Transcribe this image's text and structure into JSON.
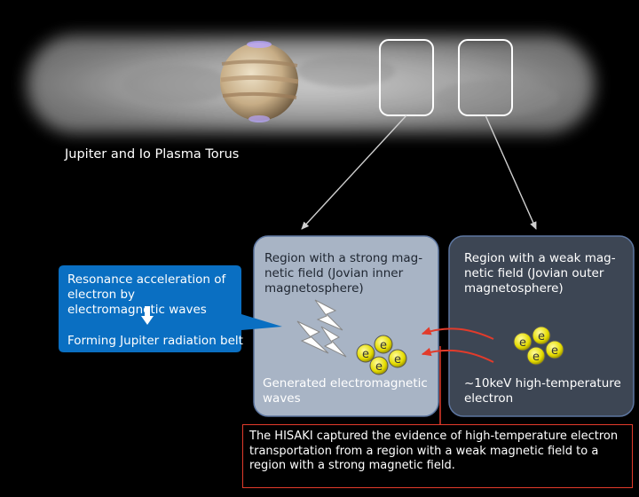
{
  "torus_caption": "Jupiter and Io Plasma Torus",
  "strong_region": {
    "title": "Region with a strong mag-netic field (Jovian inner magnetosphere)",
    "waves_label": "Generated electromagnetic waves"
  },
  "weak_region": {
    "title": "Region with a weak mag-netic field (Jovian outer magnetosphere)",
    "electron_label": "~10keV high-temperature electron"
  },
  "callout": {
    "resonance": "Resonance acceleration of electron by electromagnetic waves",
    "belt": "Forming Jupiter radiation belt"
  },
  "electron_symbol": "e",
  "hisaki_note": "The HISAKI captured the evidence of high-temperature electron transportation from a region with a weak magnetic field to a region with a strong magnetic field.",
  "colors": {
    "strong_box": "#a8b4c5",
    "weak_box": "#3d4654",
    "callout": "#0a6fc2",
    "accent_red": "#e23b2b",
    "electron": "#e8e000"
  }
}
